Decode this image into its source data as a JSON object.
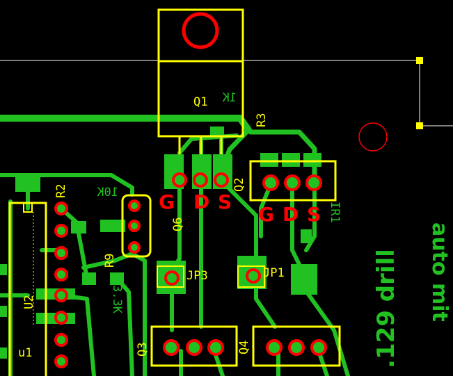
{
  "colors": {
    "background": "#000000",
    "trace": "#22c122",
    "silkscreen": "#ffff00",
    "pad": "#ff0000",
    "outline": "#ffffff",
    "drill_text": "#22c122",
    "gds": "#ff0000"
  },
  "components": {
    "q1": "Q1",
    "q1_value": "1K",
    "r3": "R3",
    "q2": "Q2",
    "q6": "Q6",
    "r2": "R2",
    "r2_value": "10K",
    "r9": "R9",
    "r9_value": "3.3K",
    "u2": "U2",
    "u1": "u1",
    "jp3": "JP3",
    "jp1": "JP1",
    "q3": "Q3",
    "q4": "Q4",
    "ir1": "IR1"
  },
  "pin_labels": {
    "left": {
      "g": "G",
      "d": "D",
      "s": "S"
    },
    "right": {
      "g": "G",
      "d": "D",
      "s": "S"
    }
  },
  "notes": {
    "drill": ".129 drill",
    "auto": "auto mit"
  }
}
